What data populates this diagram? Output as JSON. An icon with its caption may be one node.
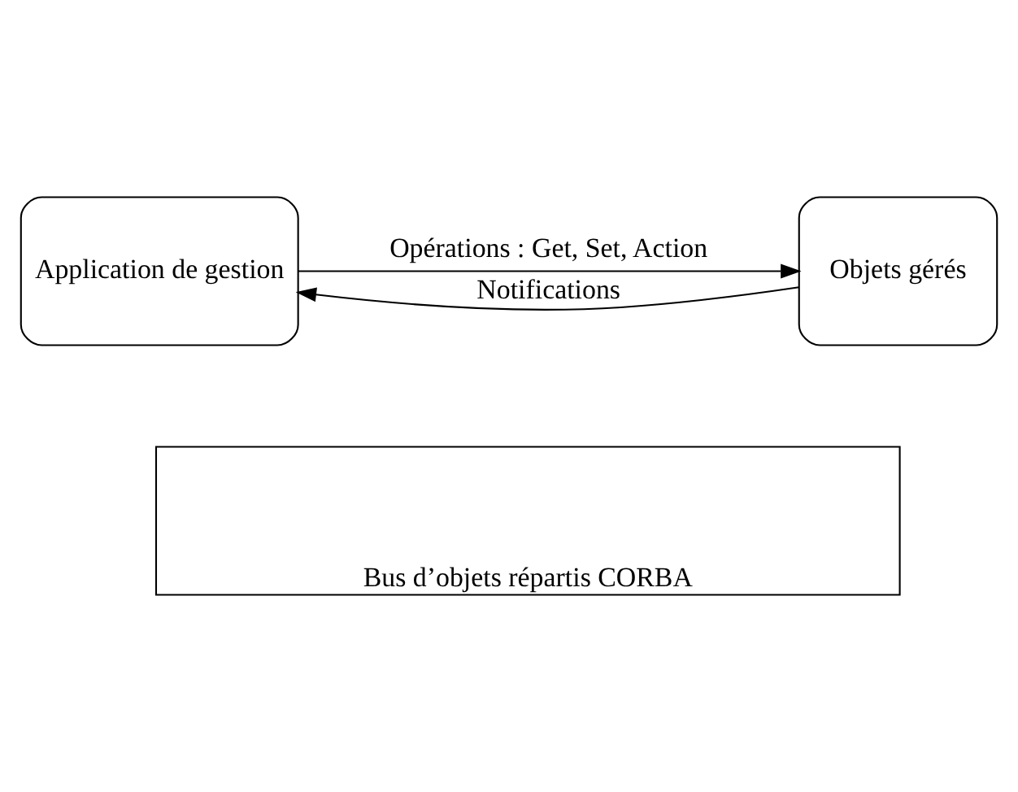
{
  "diagram": {
    "nodes": [
      {
        "text": [
          "Application de gestion"
        ]
      },
      {
        "text": [
          "Objets gérés"
        ]
      },
      {
        "text": [
          "Bus d’objets répartis CORBA"
        ]
      }
    ],
    "edges": [
      {
        "from": 1,
        "to": 0,
        "arrow": "to",
        "label": "Notifications"
      },
      {
        "from": 0,
        "to": 1,
        "arrow": "to",
        "label": "Opérations : Get, Set, Action"
      }
    ]
  }
}
